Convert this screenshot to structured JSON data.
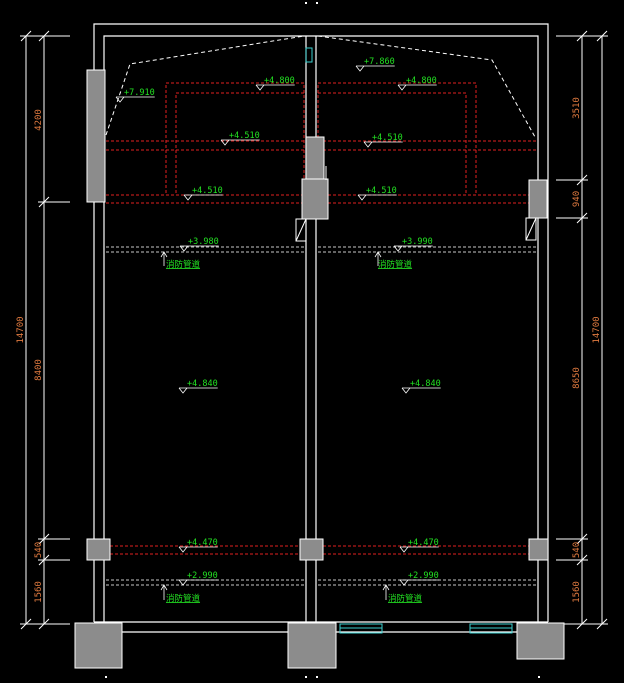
{
  "colors": {
    "background": "#000000",
    "wall": "#ffffff",
    "column_fill": "#8c8c8c",
    "dimension_line": "#ffffff",
    "dimension_text": "#e07a3f",
    "beam_dashed": "#e02020",
    "pipe_dashed": "#c8c8c8",
    "level_text": "#22e022",
    "window": "#3ad0d0"
  },
  "left_dimensions": {
    "overall": "14700",
    "segments": [
      "4200",
      "8400",
      "540",
      "1560"
    ]
  },
  "right_dimensions": {
    "overall": "14700",
    "segments": [
      "3510",
      "940",
      "8650",
      "540",
      "1560"
    ]
  },
  "levels": [
    {
      "text": "+7.910"
    },
    {
      "text": "+7.860"
    },
    {
      "text": "+4.800"
    },
    {
      "text": "+4.800"
    },
    {
      "text": "+4.510"
    },
    {
      "text": "+4.510"
    },
    {
      "text": "+4.510"
    },
    {
      "text": "+4.510"
    },
    {
      "text": "+3.980"
    },
    {
      "text": "+3.990"
    },
    {
      "text": "+4.840"
    },
    {
      "text": "+4.840"
    },
    {
      "text": "+4.470"
    },
    {
      "text": "+4.470"
    },
    {
      "text": "+2.990"
    },
    {
      "text": "+2.990"
    }
  ],
  "notes": [
    {
      "text": "消防管道"
    },
    {
      "text": "消防管道"
    },
    {
      "text": "消防管道"
    },
    {
      "text": "消防管道"
    }
  ]
}
